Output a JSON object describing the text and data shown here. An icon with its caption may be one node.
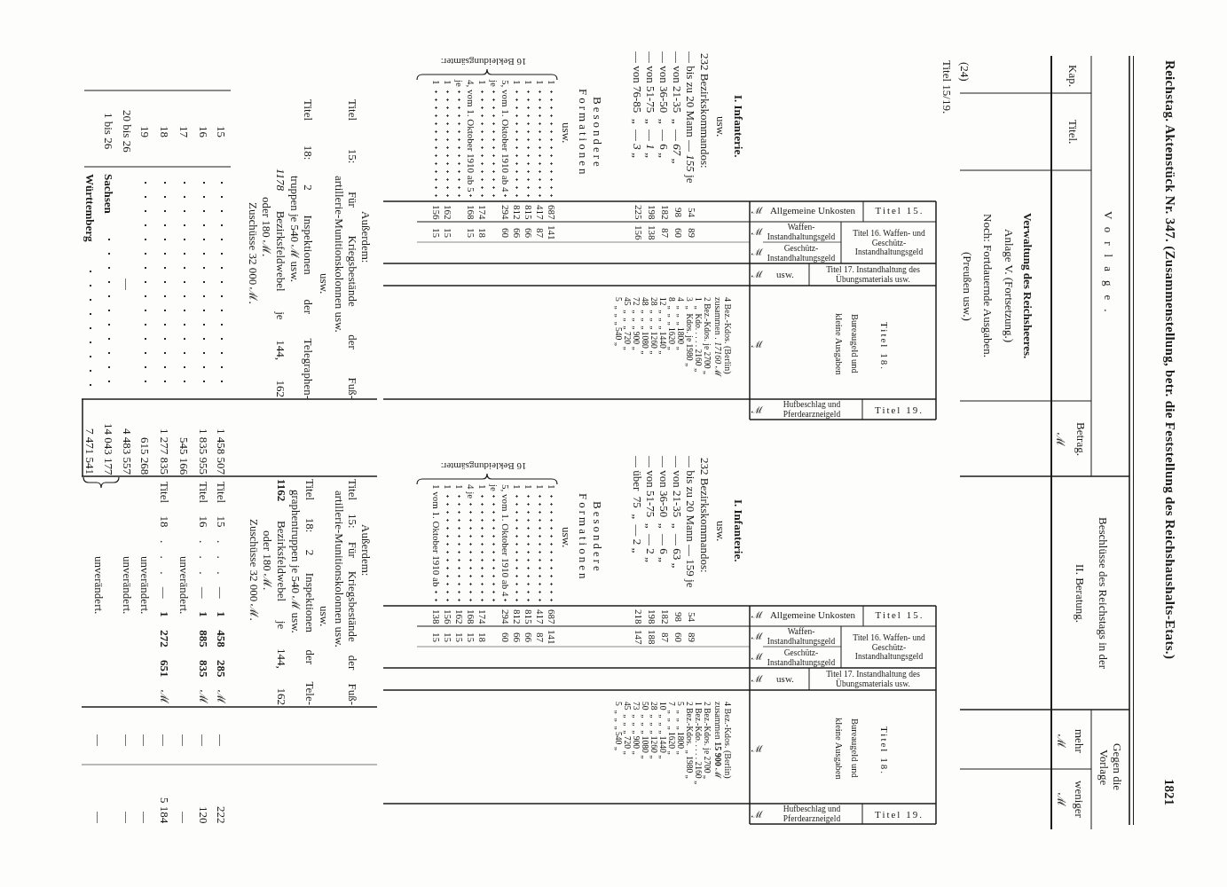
{
  "diagram": {
    "title": "Reichstag. Aktenstück Nr. 347. (Zusammenstellung, betr. die Feststellung des Reichshaushalts-Etats.)",
    "labels": [
      "1821",
      "Kap.",
      "Titel.",
      "Vorlage.",
      "Verwaltung des Reichsheeres.",
      "Anlage V. (Fortsetzung.)",
      "Noch: Fortdauernde Ausgaben.",
      "(Preußen usw.)",
      "Betrag.",
      "ℳ",
      "Beschlüsse des Reichstags in der",
      "II. Beratung.",
      "Gegen die Vorlage",
      "mehr",
      "ℳ",
      "weniger",
      "ℳ",
      "(24)",
      "Titel 15/19.",
      "I. Infanterie.",
      "usw.",
      "232 Bezirkskommandos:",
      "— bis zu 20 Mann — *155* je",
      "— von 21-35  „  — *67* „",
      "— von 36-50  „  — 6 „",
      "— von 51-75  „  — *1* „",
      "— von 76-85  „  — *3* „",
      "54",
      "89",
      "98",
      "60",
      "182",
      "87",
      "198",
      "138",
      "225",
      "156",
      "Besondere",
      "Formationen",
      "usw.",
      "1",
      "687",
      "141",
      "1",
      "417",
      "87",
      "1",
      "815",
      "66",
      "1",
      "812",
      "66",
      "5, vom 1. Oktober 1910 ab 4 je",
      "294",
      "60",
      "1",
      "174",
      "18",
      "4, vom 1. Oktober 1910 ab 5 je",
      "168",
      "15",
      "1",
      "162",
      "15",
      "1",
      "156",
      "15",
      "16 Bekleidungsämter:",
      "ℳ",
      "Allgemeine Unkosten",
      "Titel 15.",
      "ℳ",
      "Waffen-Instandhaltungsgeld",
      "ℳ",
      "Geschütz-Instandhaltungsgeld",
      "Titel 16. Waffen- und Geschütz-Instandhaltungsgeld",
      "ℳ",
      "usw.",
      "Titel 17. Instandhaltung des Übungsmaterials usw.",
      "ℳ",
      "Bureaugeld und kleine Ausgaben",
      "Titel 18.",
      "ℳ",
      "Hufbeschlag und Pferdearzneigeld",
      "Titel 19.",
      "4 Bez.-Kdos. (Berlin) zusammen . *17160* ℳ",
      "2 Bez.-Kdos. je 2700 „",
      "1  „  Kdo. . . . . 2160 „",
      "3  „  Kdos. je 1980 „",
      "4  „  „  „ 1800 „",
      "8  „  „  „ 1620 „",
      "12  „  „  „ 1440 „",
      "28  „  „  „ 1260 „",
      "48  „  „  „ 1080 „",
      "72  „  „  „ 900 „",
      "45  „  „  „ 720 „",
      "5  „  „  „ 540 „",
      "Außerdem:",
      "Titel 15: Für Kriegsbestände der Fuß-",
      "artillerie-Munitionskolonnen usw.",
      "usw.",
      "Titel 18: 2 Inspektionen der Telegraphen-",
      "truppen je 540 ℳ usw.",
      "*1178* Bezirksfeldwebel je 144, 162",
      "oder 180 ℳ.",
      "Zuschüsse 32 000 ℳ.",
      "15",
      "1 458 507",
      "16",
      "1 835 955",
      "17",
      "545 166",
      "18",
      "1 277 835",
      "19",
      "615 268",
      "20 bis 26",
      "4 483 557",
      "—",
      "1 bis 26",
      "Sachsen",
      "14 043 177",
      "Württemberg",
      "7 471 541",
      "I. Infanterie.",
      "usw.",
      "232 Bezirkskommandos:",
      "— bis zu 20 Mann — 159 je",
      "— von 21-35  „  — 63 „",
      "— von 36-50  „  — 6 „",
      "— von 51-75  „  — 2 „",
      "— über  75  „  — 2 „",
      "54",
      "89",
      "98",
      "60",
      "182",
      "87",
      "198",
      "188",
      "218",
      "147",
      "Besondere",
      "Formationen",
      "usw.",
      "1",
      "687",
      "141",
      "1",
      "417",
      "87",
      "1",
      "815",
      "66",
      "1",
      "812",
      "66",
      "5, vom 1. Oktober 1910 ab 4 je",
      "294",
      "60",
      "1",
      "174",
      "18",
      "4 je",
      "168",
      "15",
      "1",
      "162",
      "15",
      "1",
      "156",
      "15",
      "1 vom 1. Oktober 1910 ab",
      "138",
      "15",
      "16 Bekleidungsämter:",
      "ℳ",
      "Allgemeine Unkosten",
      "Titel 15.",
      "ℳ",
      "Waffen-Instandhaltungsgeld",
      "ℳ",
      "Geschütz-Instandhaltungsgeld",
      "Titel 16. Waffen- und Geschütz-Instandhaltungsgeld",
      "ℳ",
      "usw.",
      "Titel 17. Instandhaltung des Übungsmaterials usw.",
      "ℳ",
      "Bureaugeld und kleine Ausgaben",
      "Titel 18.",
      "ℳ",
      "Hufbeschlag und Pferdearzneigeld",
      "Titel 19.",
      "4 Bez.-Kdos. (Berlin) zusammen **15 900** ℳ",
      "2 Bez.-Kdos. je 2700 „",
      "1 Bez.-Kdo. . . . . 2160 „",
      "2 Bez.-Kdos.  „ 1980 „",
      "5  „  „  „ 1800 „",
      "7  „  „  „ 1620 „",
      "10  „  „  „ 1440 „",
      "28  „  „  „ 1260 „",
      "50  „  „  „ 1080 „",
      "73  „  „  „ 900 „",
      "45  „  „  „ 720 „",
      "5  „  „  „ 540 „",
      "Außerdem:",
      "Titel 15: Für Kriegsbestände der Fuß-",
      "artillerie-Munitionskolonnen usw.",
      "usw.",
      "Titel 18: 2 Inspektionen der Tele-",
      "graphentruppen je 540 ℳ usw.",
      "**1162** Bezirksfeldwebel je 144, 162",
      "oder 180 ℳ.",
      "Zuschüsse 32 000 ℳ.",
      "Titel 15 . . . — **1 458 285** ℳ",
      "Titel 16 . . . — **1 885 835** ℳ",
      "unverändert.",
      "Titel 18 . . . — **1 272 651** ℳ",
      "unverändert.",
      "unverändert.",
      "unverändert.",
      "—",
      "222",
      "—",
      "120",
      "—",
      "—",
      "—",
      "5 184",
      "—",
      "—",
      "—",
      "—",
      "—",
      "—"
    ]
  }
}
